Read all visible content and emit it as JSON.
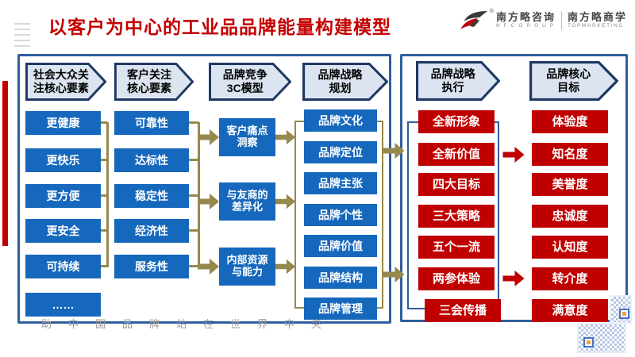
{
  "title": "以客户为中心的工业品品牌能量构建模型",
  "logo": {
    "reg": "®",
    "name_consulting": "南方略咨询",
    "sub_consulting": "N F C   G R O U P",
    "name_school": "南方略商学",
    "sub_school": "TOPMARKETING"
  },
  "footer": {
    "watermark": "助中国品牌站在世界中央"
  },
  "colors": {
    "title_red": "#c30000",
    "item_blue": "#1668bd",
    "item_red": "#c00000",
    "panel_border_blue": "#2e5f9e",
    "header_fill": "#dbe4f0",
    "header_border": "#1f3864",
    "connector_gold": "#95894e"
  },
  "flow": {
    "columns": [
      {
        "header": "社会大众关\n注核心要素",
        "items": [
          "更健康",
          "更快乐",
          "更方便",
          "更安全",
          "可持续",
          "……"
        ]
      },
      {
        "header": "客户关注\n核心要素",
        "items": [
          "可靠性",
          "达标性",
          "稳定性",
          "经济性",
          "服务性"
        ]
      },
      {
        "header": "品牌竞争\n3C模型",
        "items": [
          "客户痛点\n洞察",
          "与友商的\n差异化",
          "内部资源\n与能力"
        ]
      },
      {
        "header": "品牌战略\n规划",
        "items": [
          "品牌文化",
          "品牌定位",
          "品牌主张",
          "品牌个性",
          "品牌价值",
          "品牌结构",
          "品牌管理"
        ]
      },
      {
        "header": "品牌战略\n执行",
        "items": [
          "全新形象",
          "全新价值",
          "四大目标",
          "三大策略",
          "五个一流",
          "两参体验",
          "三会传播"
        ]
      },
      {
        "header": "品牌核心\n目标",
        "items": [
          "体验度",
          "知名度",
          "美誉度",
          "忠诚度",
          "认知度",
          "转介度",
          "满意度"
        ]
      }
    ]
  }
}
